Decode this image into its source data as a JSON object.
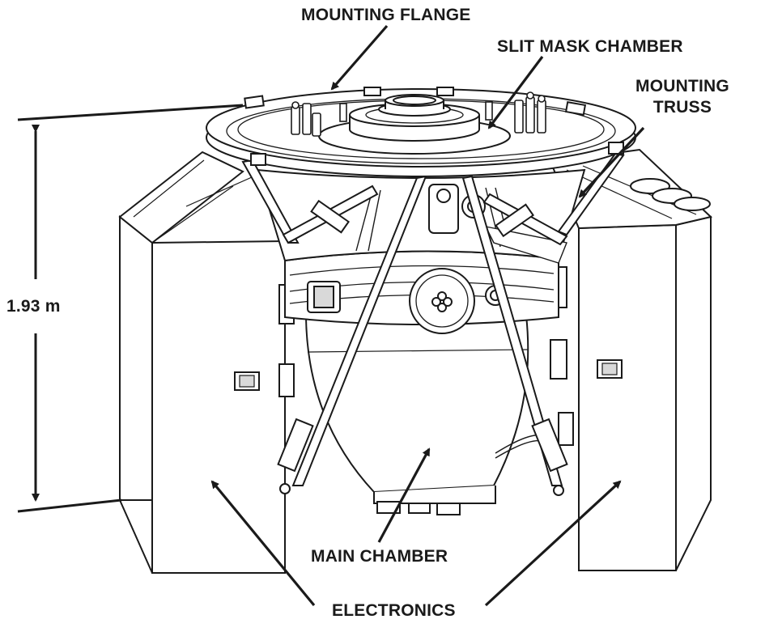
{
  "labels": {
    "mounting_flange": "MOUNTING FLANGE",
    "slit_mask_chamber": "SLIT MASK CHAMBER",
    "mounting_truss_line1": "MOUNTING",
    "mounting_truss_line2": "TRUSS",
    "main_chamber": "MAIN CHAMBER",
    "electronics": "ELECTRONICS",
    "height_dimension": "1.93 m"
  },
  "colors": {
    "line": "#1a1a1a",
    "fill": "#ffffff",
    "shade": "#d9d9d9"
  }
}
